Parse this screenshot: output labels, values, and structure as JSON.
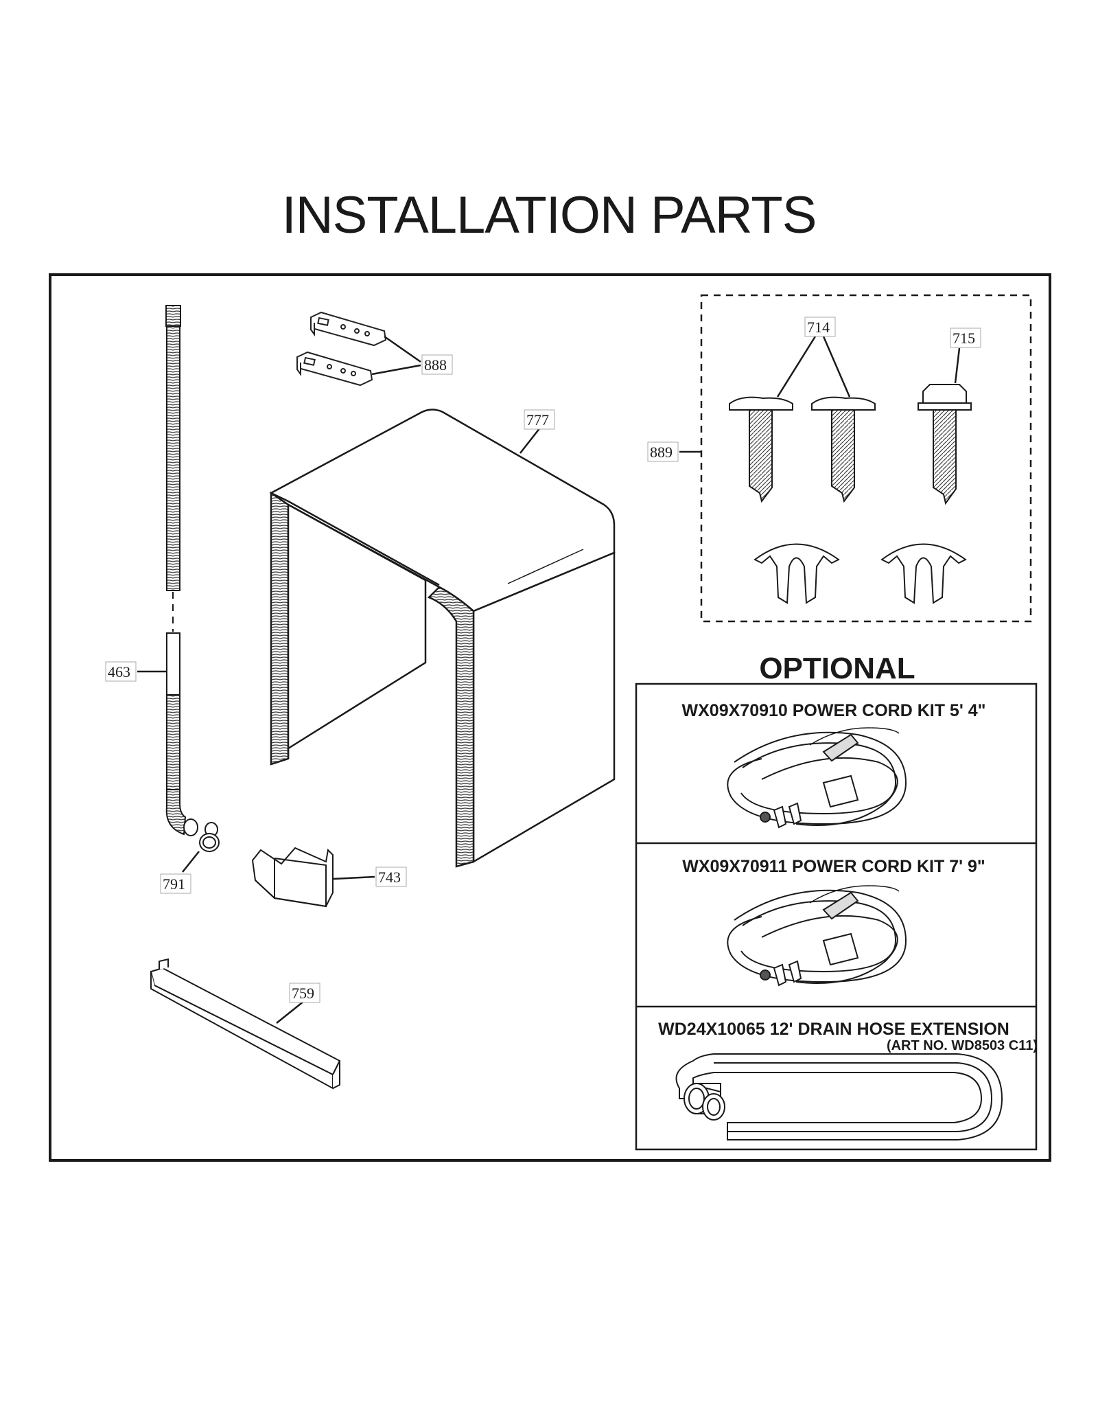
{
  "title": "INSTALLATION PARTS",
  "callouts": {
    "p888": "888",
    "p777": "777",
    "p889": "889",
    "p714": "714",
    "p715": "715",
    "p463": "463",
    "p791": "791",
    "p743": "743",
    "p759": "759"
  },
  "optional": {
    "heading": "OPTIONAL",
    "kits": [
      {
        "label": "WX09X70910 POWER CORD KIT 5' 4\""
      },
      {
        "label": "WX09X70911 POWER CORD KIT 7' 9\""
      },
      {
        "label": "WD24X10065 12' DRAIN HOSE EXTENSION"
      }
    ]
  },
  "art_number": "(ART NO. WD8503 C11)"
}
